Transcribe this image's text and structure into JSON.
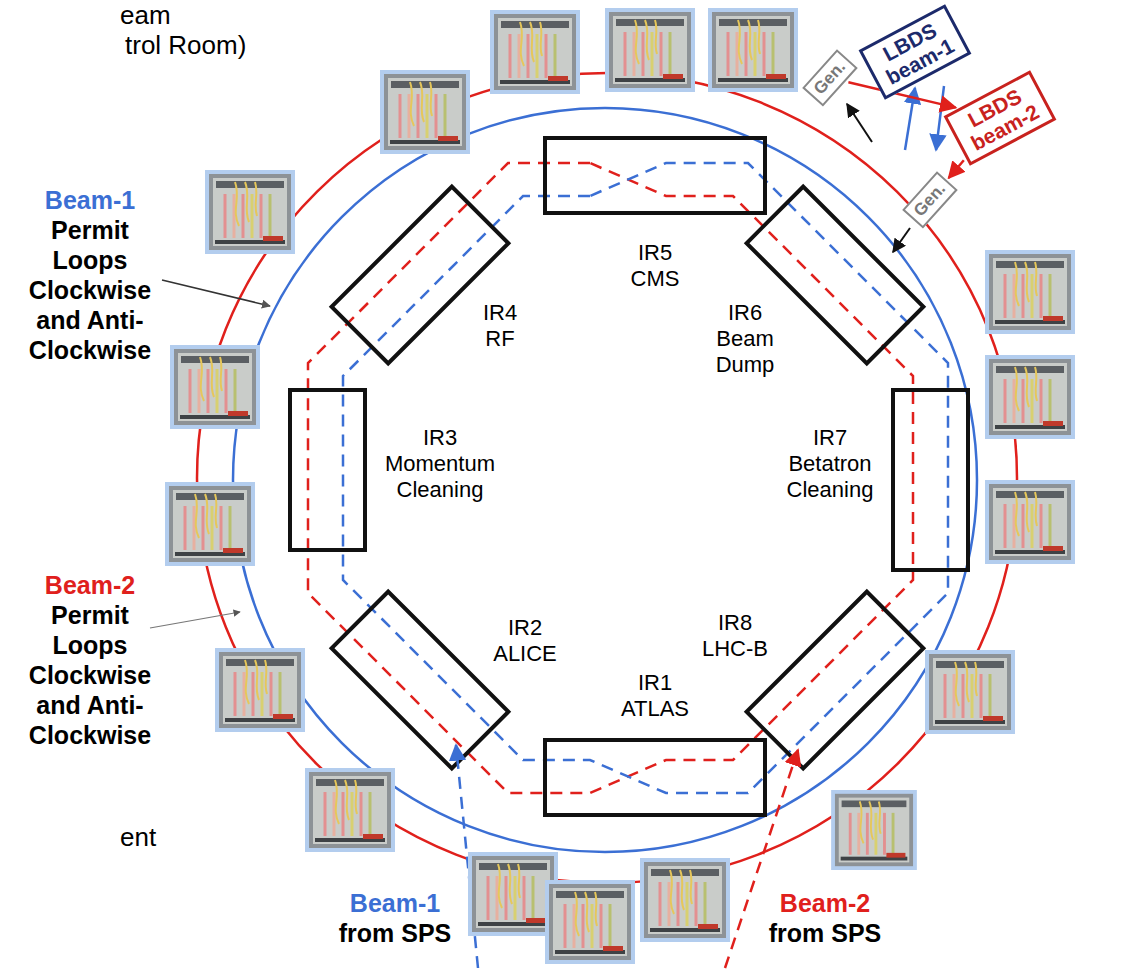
{
  "diagram": {
    "nodes": [
      {
        "text": [
          "Gen."
        ]
      },
      {
        "text": [
          "LBDS beam-1"
        ]
      },
      {
        "text": [
          "LBDS beam-2"
        ]
      },
      {
        "text": [
          "Gen."
        ]
      }
    ],
    "edges": [
      {
        "from": 0,
        "to": 2,
        "arrow": "to"
      },
      {
        "from": 2,
        "to": 3,
        "arrow": "to"
      }
    ],
    "labels": [
      "eam",
      "trol Room)",
      "Beam-1",
      "Permit Loops Clockwise and Anti-Clockwise",
      "Beam-2",
      "Permit Loops Clockwise and Anti-Clockwise",
      "ent",
      "IR5 CMS",
      "IR6 Beam Dump",
      "IR7 Betatron Cleaning",
      "IR8 LHC-B",
      "IR1 ATLAS",
      "IR2 ALICE",
      "IR3 Momentum Cleaning",
      "IR4 RF",
      "Beam-1",
      "from SPS",
      "Beam-2",
      "from SPS"
    ]
  }
}
